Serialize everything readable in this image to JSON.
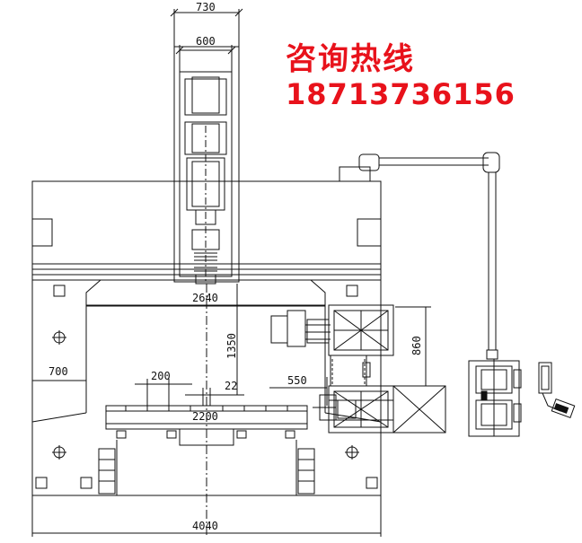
{
  "hotline": {
    "title": "咨询热线",
    "phone": "18713736156"
  },
  "dimensions": {
    "column_outer_width": "730",
    "column_inner_width": "600",
    "beam_span": "2640",
    "vertical_travel": "1350",
    "left_offset": "700",
    "slot_pitch": "200",
    "slot_width": "22",
    "table_width": "2200",
    "arm_offset": "550",
    "magazine_height": "860",
    "base_width": "4040"
  },
  "colors": {
    "line": "#111111",
    "hotline": "#e8121b",
    "background": "#ffffff"
  }
}
